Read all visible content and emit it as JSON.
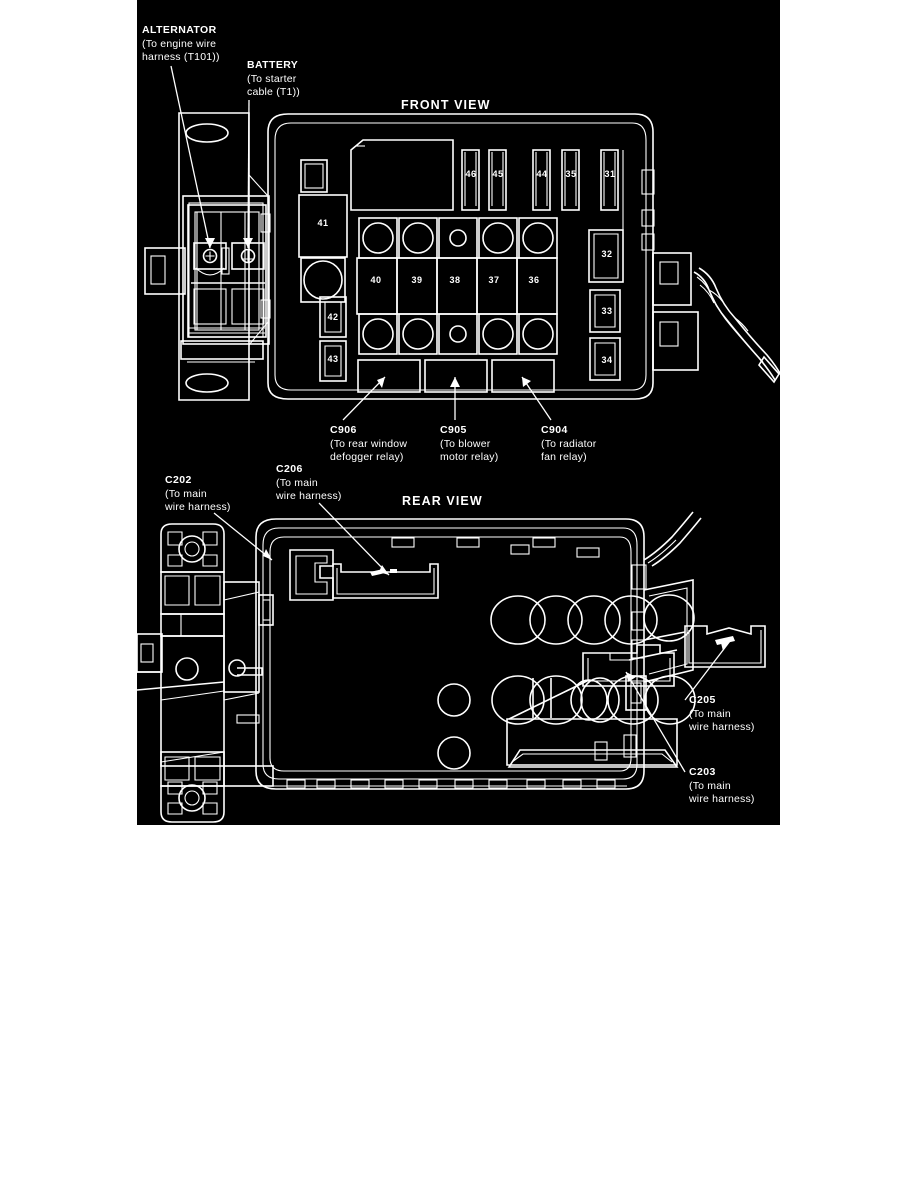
{
  "document": {
    "type": "automotive-wiring-diagram",
    "subject": "Under-hood fuse/relay box",
    "background": "#000000",
    "line_color": "#ffffff"
  },
  "views": [
    {
      "id": "front",
      "title": "FRONT VIEW"
    },
    {
      "id": "rear",
      "title": "REAR VIEW"
    }
  ],
  "front_view": {
    "title": "FRONT VIEW",
    "terminals": [
      {
        "name": "ALTERNATOR",
        "detail_line_1": "(To engine wire",
        "detail_line_2": "harness (T101))",
        "symbol": "plus-terminal"
      },
      {
        "name": "BATTERY",
        "detail_line_1": "(To starter",
        "detail_line_2": "cable (T1))",
        "symbol": "stud-terminal"
      }
    ],
    "fuses": {
      "top_row": [
        "46",
        "45",
        "44",
        "35",
        "31"
      ],
      "middle_row": [
        "40",
        "39",
        "38",
        "37",
        "36"
      ],
      "left_column": [
        "41",
        "42",
        "43"
      ],
      "right_column": [
        "32",
        "33",
        "34"
      ]
    },
    "connectors": [
      {
        "id": "C906",
        "line_1": "(To rear window",
        "line_2": "defogger relay)"
      },
      {
        "id": "C905",
        "line_1": "(To blower",
        "line_2": "motor relay)"
      },
      {
        "id": "C904",
        "line_1": "(To radiator",
        "line_2": "fan relay)"
      }
    ]
  },
  "rear_view": {
    "title": "REAR VIEW",
    "connectors": [
      {
        "id": "C202",
        "line_1": "(To main",
        "line_2": "wire harness)",
        "position": "top-left"
      },
      {
        "id": "C206",
        "line_1": "(To main",
        "line_2": "wire harness)",
        "position": "top-center"
      },
      {
        "id": "C205",
        "line_1": "(To main",
        "line_2": "wire harness)",
        "position": "right-upper"
      },
      {
        "id": "C203",
        "line_1": "(To main",
        "line_2": "wire harness)",
        "position": "right-lower"
      }
    ]
  }
}
